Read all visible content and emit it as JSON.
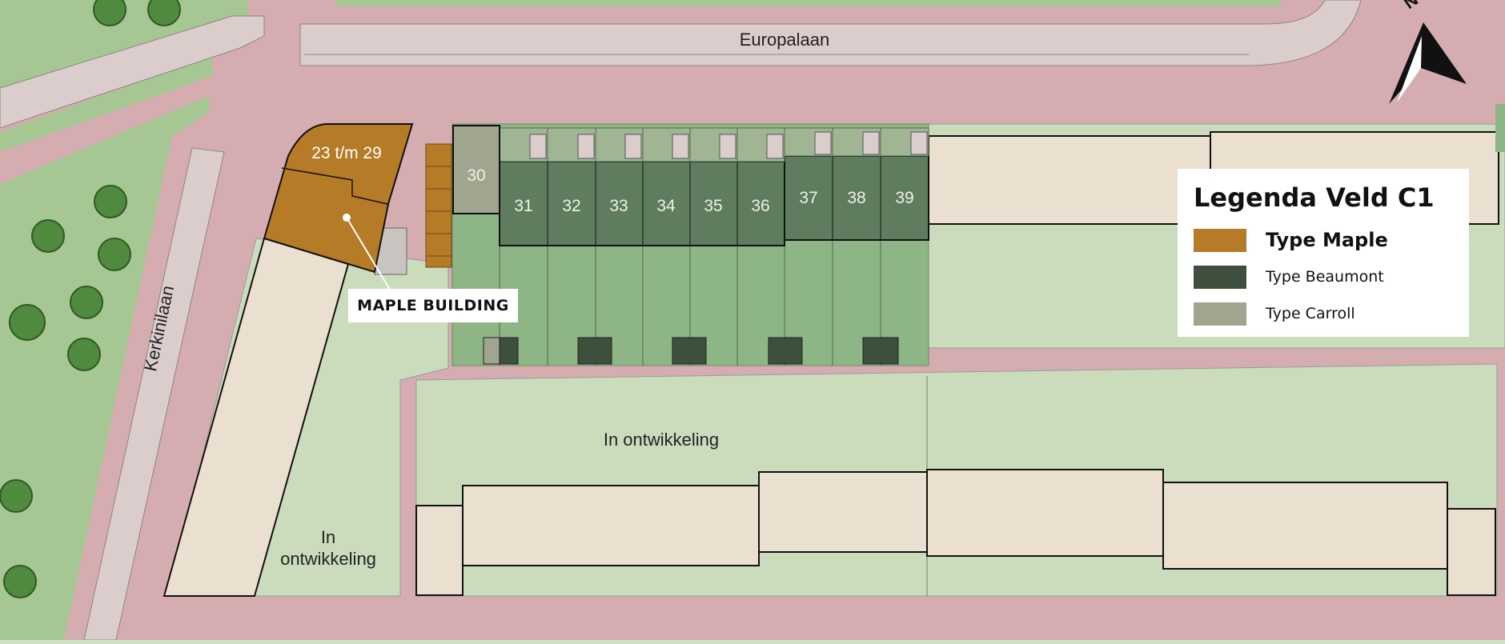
{
  "streets": {
    "europalaan": "Europalaan",
    "kerkinilaan": "Kerkinilaan"
  },
  "lots": {
    "maple_group": "23 t/m 29",
    "l30": "30",
    "l31": "31",
    "l32": "32",
    "l33": "33",
    "l34": "34",
    "l35": "35",
    "l36": "36",
    "l37": "37",
    "l38": "38",
    "l39": "39"
  },
  "areas": {
    "in_dev_center": "In ontwikkeling",
    "in_dev_left_line1": "In",
    "in_dev_left_line2": "ontwikkeling"
  },
  "callout": {
    "label": "MAPLE BUILDING"
  },
  "legend": {
    "title": "Legenda Veld C1",
    "items": [
      {
        "label": "Type Maple",
        "color": "#b57b26"
      },
      {
        "label": "Type Beaumont",
        "color": "#3e4f3d"
      },
      {
        "label": "Type Carroll",
        "color": "#a0a58f"
      }
    ]
  },
  "compass": {
    "label": "N"
  },
  "colors": {
    "road": "#d5adb0",
    "sidewalk": "#dccdcd",
    "plot": "#cbdcbd",
    "park": "#a6c794",
    "building": "#ebdfcf",
    "garden": "#8db585",
    "beaumont": "#5f7d5e",
    "maple": "#b57b26",
    "carroll": "#a0a58f"
  }
}
